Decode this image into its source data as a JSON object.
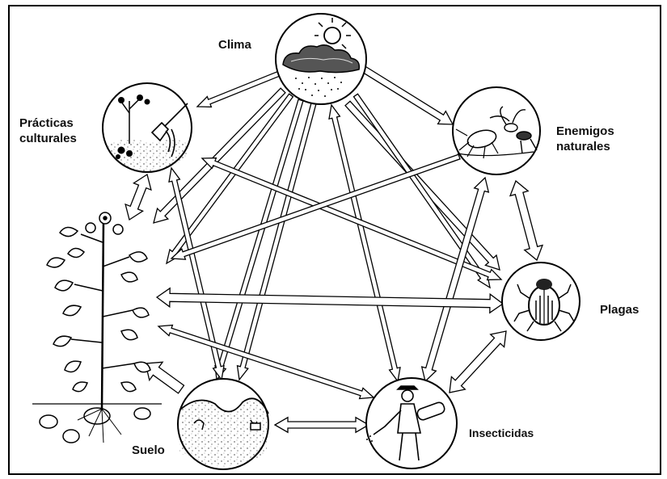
{
  "nodes": {
    "clima": "Clima",
    "practicas_line1": "Prácticas",
    "practicas_line2": "culturales",
    "enemigos_line1": "Enemigos",
    "enemigos_line2": "naturales",
    "plagas": "Plagas",
    "suelo": "Suelo",
    "insecticidas": "Insecticidas"
  }
}
